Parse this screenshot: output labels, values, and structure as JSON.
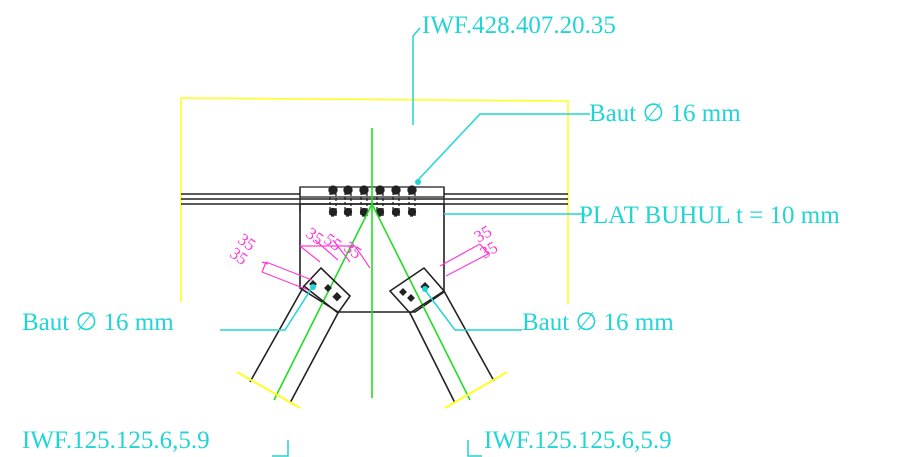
{
  "colors": {
    "leader": "#22d4d4",
    "outline": "#222222",
    "yellow": "#ffff22",
    "green": "#22dd22",
    "dimension": "#ff3ad6"
  },
  "labels": {
    "main_beam": "IWF.428.407.20.35",
    "bolt_top": "Baut ∅ 16 mm",
    "gusset": "PLAT BUHUL t = 10 mm",
    "bolt_left": "Baut ∅ 16 mm",
    "bolt_right": "Baut ∅ 16 mm",
    "brace_left": "IWF.125.125.6,5.9",
    "brace_right": "IWF.125.125.6,5.9"
  },
  "dimensions": {
    "left_outer_1": "35",
    "left_outer_2": "35",
    "left_inner_1": "35",
    "left_inner_2": "55",
    "left_inner_3": "35",
    "right_1": "35",
    "right_2": "35"
  }
}
